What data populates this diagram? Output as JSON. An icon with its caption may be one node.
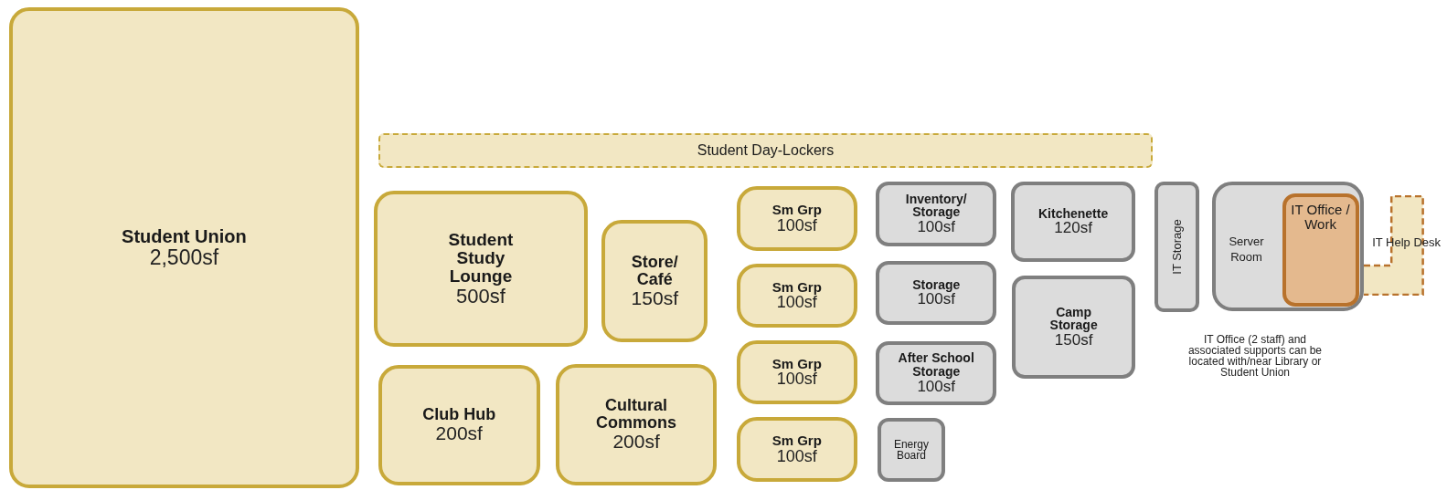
{
  "diagram": {
    "nodes": [
      {
        "text": [
          "Student Union",
          "2,500sf"
        ]
      },
      {
        "text": [
          "Student Day-Lockers"
        ]
      },
      {
        "text": [
          "Student Study Lounge",
          "500sf"
        ]
      },
      {
        "text": [
          "Store/ Café",
          "150sf"
        ]
      },
      {
        "text": [
          "Club Hub",
          "200sf"
        ]
      },
      {
        "text": [
          "Cultural Commons",
          "200sf"
        ]
      },
      {
        "text": [
          "Sm Grp",
          "100sf"
        ]
      },
      {
        "text": [
          "Sm Grp",
          "100sf"
        ]
      },
      {
        "text": [
          "Sm Grp",
          "100sf"
        ]
      },
      {
        "text": [
          "Sm Grp",
          "100sf"
        ]
      },
      {
        "text": [
          "Inventory/ Storage",
          "100sf"
        ]
      },
      {
        "text": [
          "Kitchenette",
          "120sf"
        ]
      },
      {
        "text": [
          "Storage",
          "100sf"
        ]
      },
      {
        "text": [
          "Camp Storage",
          "150sf"
        ]
      },
      {
        "text": [
          "After School Storage",
          "100sf"
        ]
      },
      {
        "text": [
          "Energy Board"
        ]
      },
      {
        "text": [
          "IT Storage"
        ]
      },
      {
        "text": [
          "Server Room"
        ]
      },
      {
        "text": [
          "IT Office / Work"
        ],
        "in": 17
      },
      {
        "text": [
          "IT Help Desk"
        ]
      }
    ],
    "labels": [
      "IT Office (2 staff) and associated supports can be located with/near Library or Student Union"
    ]
  }
}
